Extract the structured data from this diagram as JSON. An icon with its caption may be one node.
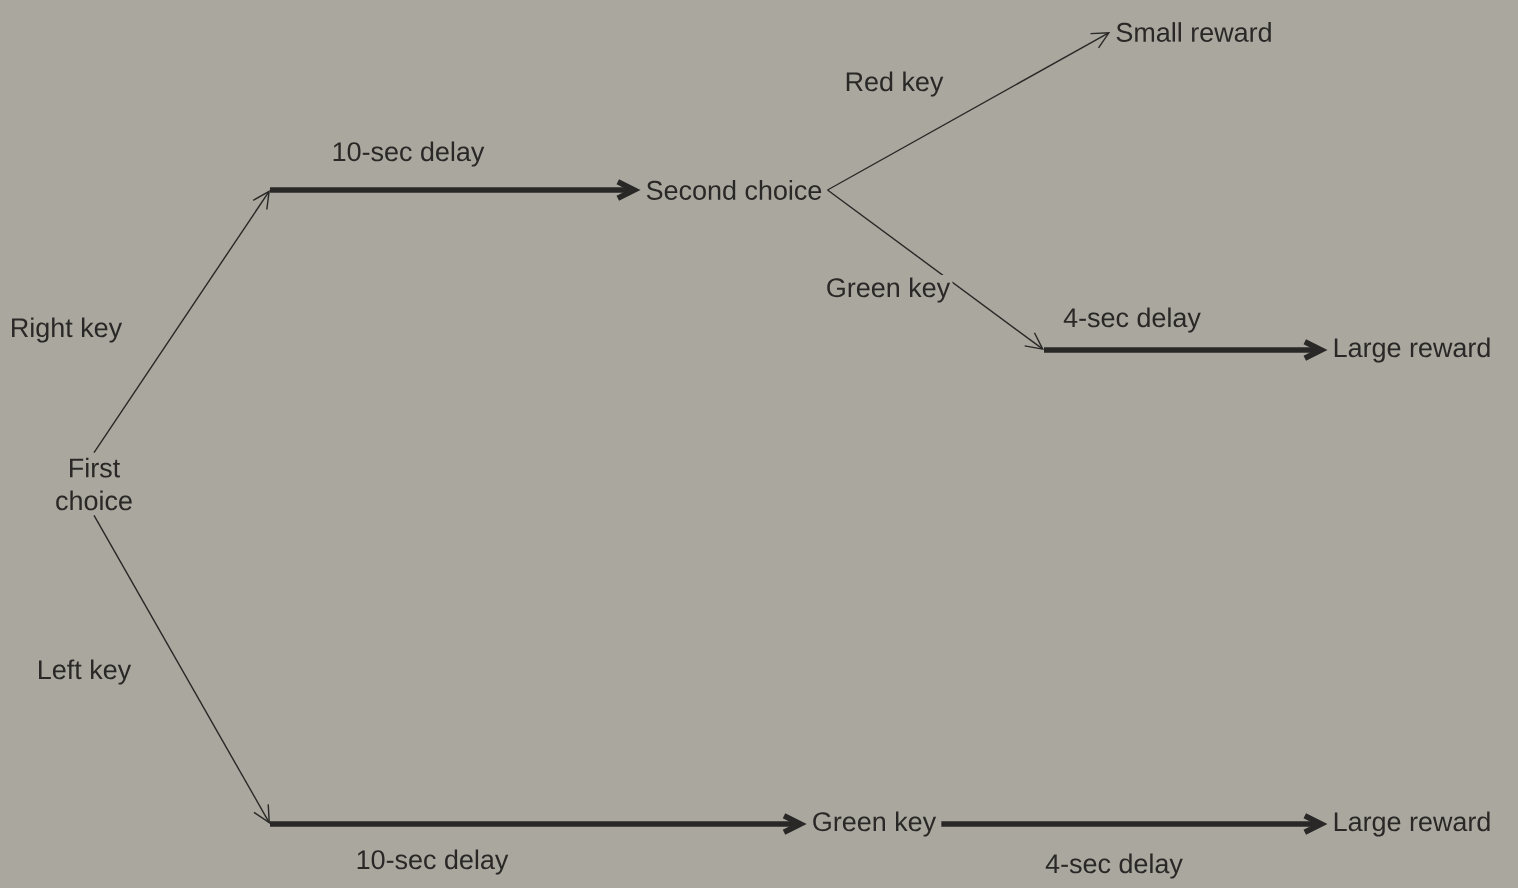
{
  "diagram": {
    "nodes": [
      {
        "text": [
          "First choice"
        ]
      },
      {
        "text": [
          "Second choice"
        ]
      },
      {
        "text": [
          "Small reward"
        ]
      },
      {
        "text": [
          "Large reward"
        ]
      },
      {
        "text": [
          "Green key"
        ]
      },
      {
        "text": [
          "Large reward"
        ]
      }
    ],
    "edges": [
      {
        "from": 0,
        "to": null,
        "arrow": "to",
        "label": "Right key"
      },
      {
        "from": null,
        "to": 1,
        "arrow": "to",
        "label": "10-sec delay",
        "style": "thick"
      },
      {
        "from": 1,
        "to": 2,
        "arrow": "to",
        "label": "Red key"
      },
      {
        "from": 1,
        "to": null,
        "arrow": "to",
        "label": "Green key"
      },
      {
        "from": null,
        "to": 3,
        "arrow": "to",
        "label": "4-sec delay",
        "style": "thick"
      },
      {
        "from": 0,
        "to": null,
        "arrow": "to",
        "label": "Left key"
      },
      {
        "from": null,
        "to": 4,
        "arrow": "to",
        "label": "10-sec delay",
        "style": "thick"
      },
      {
        "from": 4,
        "to": 5,
        "arrow": "to",
        "label": "4-sec delay",
        "style": "thick"
      }
    ]
  }
}
